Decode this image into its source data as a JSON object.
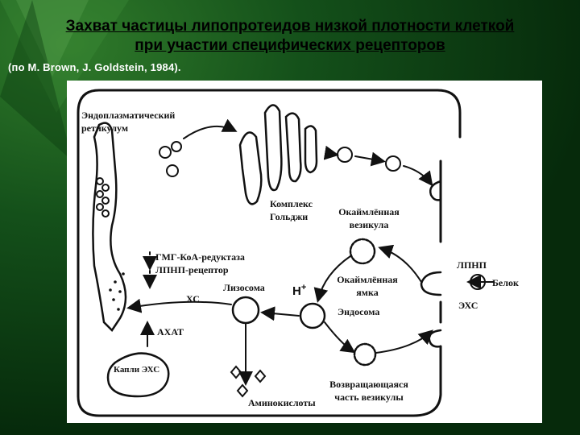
{
  "slide": {
    "title_line1": "Захват частицы липопротеидов низкой плотности клеткой",
    "title_line2": "при участии специфических рецепторов",
    "citation": "(по M. Brown, J. Goldstein, 1984)."
  },
  "diagram": {
    "labels": {
      "er_line1": "Эндоплазматический",
      "er_line2": "ретикулум",
      "golgi_line1": "Комплекс",
      "golgi_line2": "Гольджи",
      "coated_vesicle_line1": "Окаймлённая",
      "coated_vesicle_line2": "везикула",
      "ldl": "ЛПНП",
      "protein": "Белок",
      "ce": "ЭХС",
      "coated_pit_line1": "Окаймлённая",
      "coated_pit_line2": "ямка",
      "endosome": "Эндосома",
      "proton": "H",
      "proton_sup": "+",
      "lysosome": "Лизосома",
      "hmg": "ГМГ-КоА-редуктаза",
      "ldl_receptor": "ЛПНП-рецептор",
      "xc": "ХС",
      "acat": "АХАТ",
      "droplets": "Капли ЭХС",
      "amino_acids": "Аминокислоты",
      "returning_line1": "Возвращающаяся",
      "returning_line2": "часть везикулы"
    }
  },
  "colors": {
    "background": "#0b3a10",
    "title_text": "#000000",
    "citation_text": "#ffffff",
    "panel": "#ffffff",
    "ink": "#111111"
  }
}
